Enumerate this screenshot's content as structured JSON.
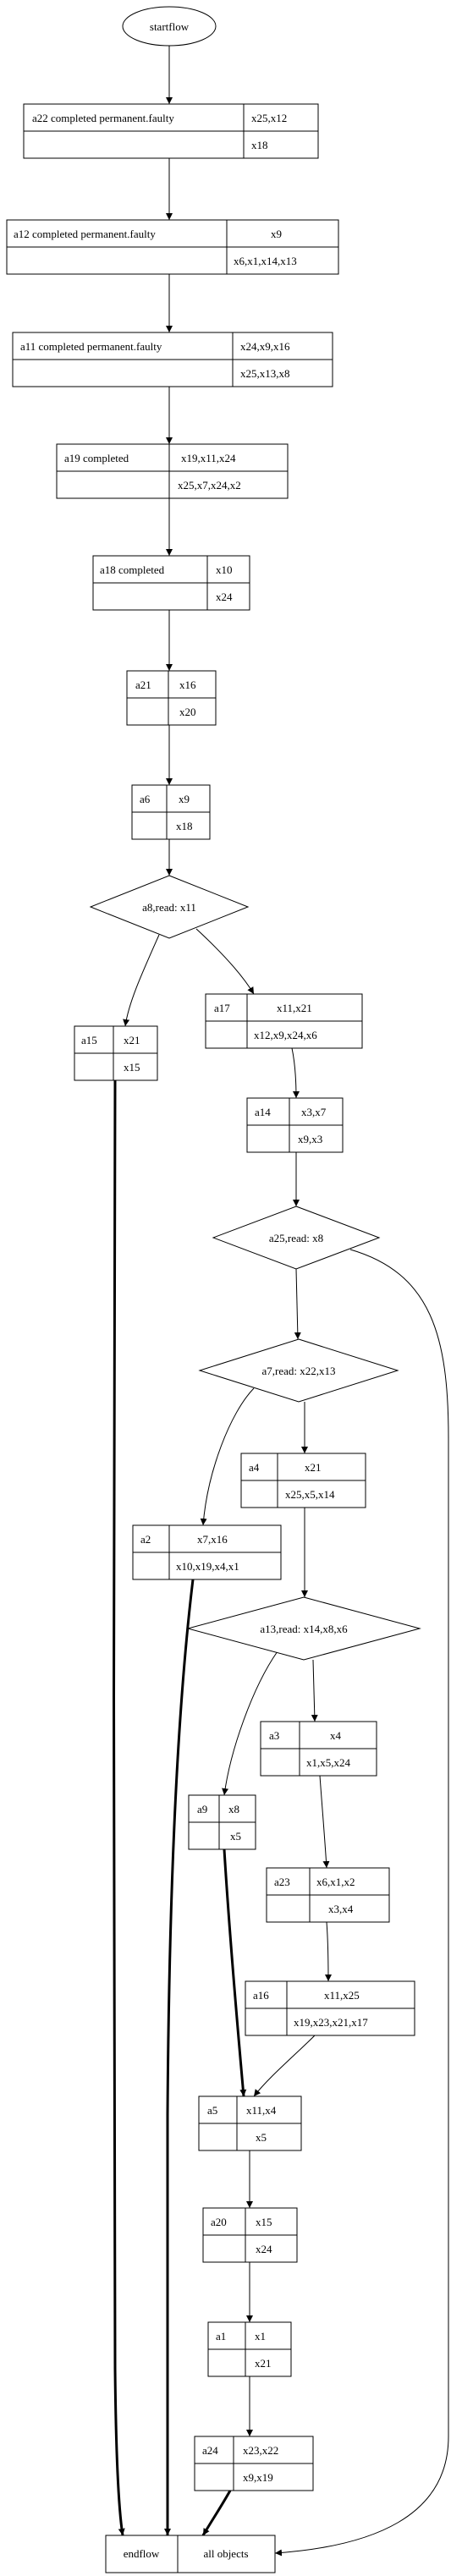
{
  "start": {
    "label": "startflow"
  },
  "tables": {
    "a22": {
      "c1": "a22 completed permanent.faulty",
      "c2": "x25,x12",
      "c3": "x18"
    },
    "a12": {
      "c1": "a12 completed permanent.faulty",
      "c2": "x9",
      "c3": "x6,x1,x14,x13"
    },
    "a11": {
      "c1": "a11 completed permanent.faulty",
      "c2": "x24,x9,x16",
      "c3": "x25,x13,x8"
    },
    "a19": {
      "c1": "a19 completed",
      "c2": "x19,x11,x24",
      "c3": "x25,x7,x24,x2"
    },
    "a18": {
      "c1": "a18 completed",
      "c2": "x10",
      "c3": "x24"
    },
    "a21": {
      "c1": "a21",
      "c2": "x16",
      "c3": "x20"
    },
    "a6": {
      "c1": "a6",
      "c2": "x9",
      "c3": "x18"
    },
    "a17": {
      "c1": "a17",
      "c2": "x11,x21",
      "c3": "x12,x9,x24,x6"
    },
    "a15": {
      "c1": "a15",
      "c2": "x21",
      "c3": "x15"
    },
    "a14": {
      "c1": "a14",
      "c2": "x3,x7",
      "c3": "x9,x3"
    },
    "a4": {
      "c1": "a4",
      "c2": "x21",
      "c3": "x25,x5,x14"
    },
    "a2": {
      "c1": "a2",
      "c2": "x7,x16",
      "c3": "x10,x19,x4,x1"
    },
    "a3": {
      "c1": "a3",
      "c2": "x4",
      "c3": "x1,x5,x24"
    },
    "a9": {
      "c1": "a9",
      "c2": "x8",
      "c3": "x5"
    },
    "a23": {
      "c1": "a23",
      "c2": "x6,x1,x2",
      "c3": "x3,x4"
    },
    "a16": {
      "c1": "a16",
      "c2": "x11,x25",
      "c3": "x19,x23,x21,x17"
    },
    "a5": {
      "c1": "a5",
      "c2": "x11,x4",
      "c3": "x5"
    },
    "a20": {
      "c1": "a20",
      "c2": "x15",
      "c3": "x24"
    },
    "a1": {
      "c1": "a1",
      "c2": "x1",
      "c3": "x21"
    },
    "a24": {
      "c1": "a24",
      "c2": "x23,x22",
      "c3": "x9,x19"
    }
  },
  "diamonds": {
    "a8": {
      "label": "a8,read: x11"
    },
    "a25": {
      "label": "a25,read: x8"
    },
    "a7": {
      "label": "a7,read: x22,x13"
    },
    "a13": {
      "label": "a13,read: x14,x8,x6"
    }
  },
  "end": {
    "c1": "endflow",
    "c2": "all objects"
  },
  "edges": [
    {
      "from": "start",
      "to": "a22"
    },
    {
      "from": "a22",
      "to": "a12"
    },
    {
      "from": "a12",
      "to": "a11"
    },
    {
      "from": "a11",
      "to": "a19"
    },
    {
      "from": "a19",
      "to": "a18"
    },
    {
      "from": "a18",
      "to": "a21"
    },
    {
      "from": "a21",
      "to": "a6"
    },
    {
      "from": "a6",
      "to": "a8"
    },
    {
      "from": "a8",
      "to": "a15"
    },
    {
      "from": "a8",
      "to": "a17"
    },
    {
      "from": "a17",
      "to": "a14"
    },
    {
      "from": "a14",
      "to": "a25"
    },
    {
      "from": "a25",
      "to": "a7"
    },
    {
      "from": "a25",
      "to": "end"
    },
    {
      "from": "a7",
      "to": "a2"
    },
    {
      "from": "a7",
      "to": "a4"
    },
    {
      "from": "a4",
      "to": "a13"
    },
    {
      "from": "a13",
      "to": "a9"
    },
    {
      "from": "a13",
      "to": "a3"
    },
    {
      "from": "a3",
      "to": "a23"
    },
    {
      "from": "a23",
      "to": "a16"
    },
    {
      "from": "a16",
      "to": "a5"
    },
    {
      "from": "a9",
      "to": "a5",
      "bold": true
    },
    {
      "from": "a5",
      "to": "a20"
    },
    {
      "from": "a20",
      "to": "a1"
    },
    {
      "from": "a1",
      "to": "a24"
    },
    {
      "from": "a24",
      "to": "end",
      "bold": true
    },
    {
      "from": "a15",
      "to": "end",
      "bold": true
    },
    {
      "from": "a2",
      "to": "end",
      "bold": true
    }
  ]
}
